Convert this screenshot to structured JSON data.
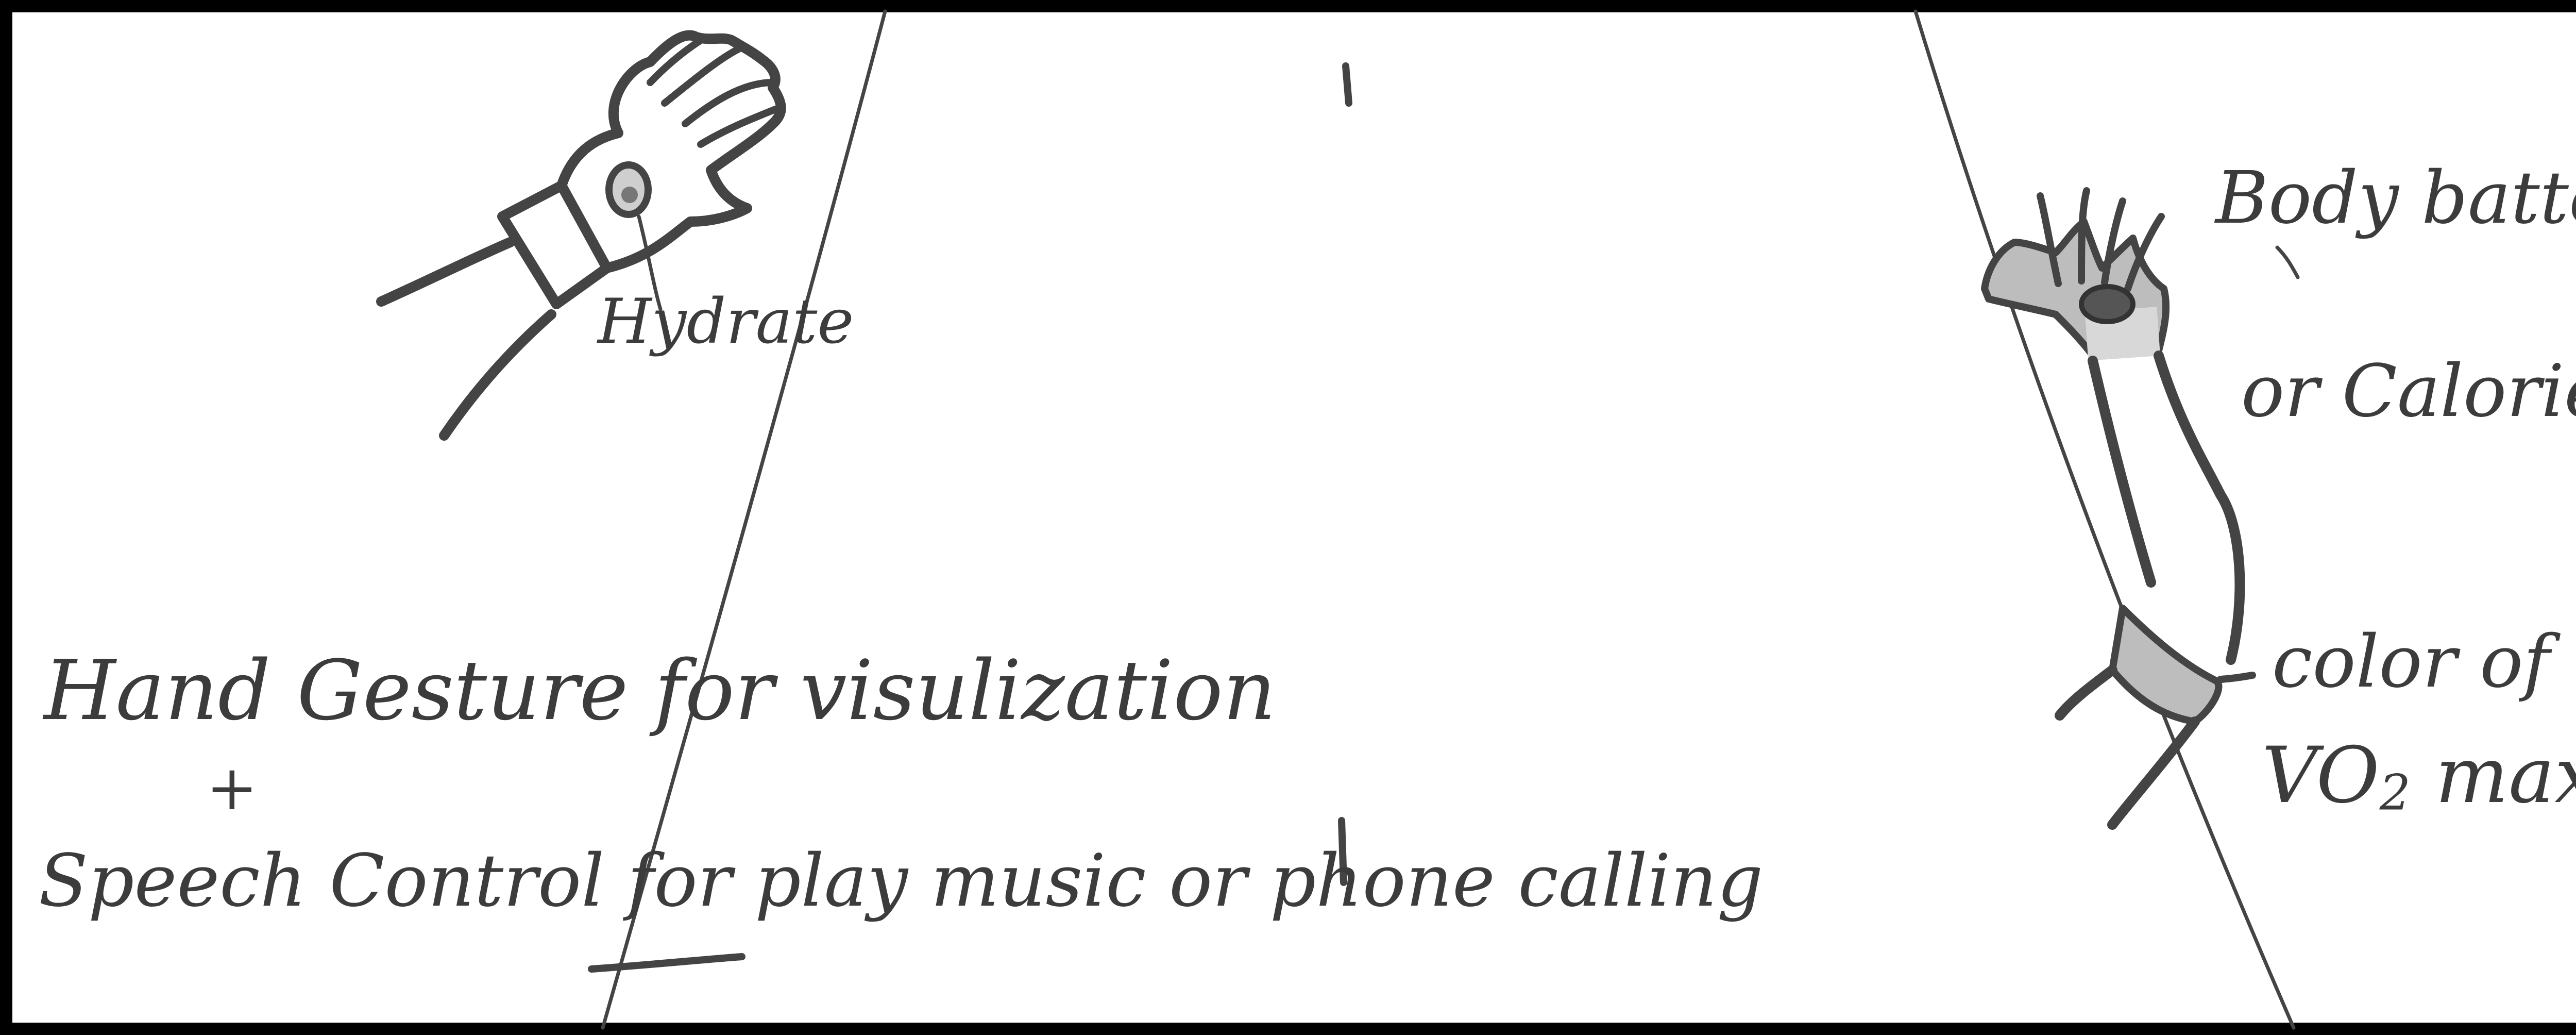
{
  "annotations": {
    "hydrate": "Hydrate",
    "gesture_line": "Hand Gesture for visulization",
    "plus": "+",
    "speech_line": "Speech Control for play music or phone calling",
    "body_battery": "Body battery",
    "calories": "or Calories",
    "color_of": "color of",
    "vo2_prefix": "VO",
    "vo2_sub": "2",
    "vo2_suffix": " max"
  }
}
